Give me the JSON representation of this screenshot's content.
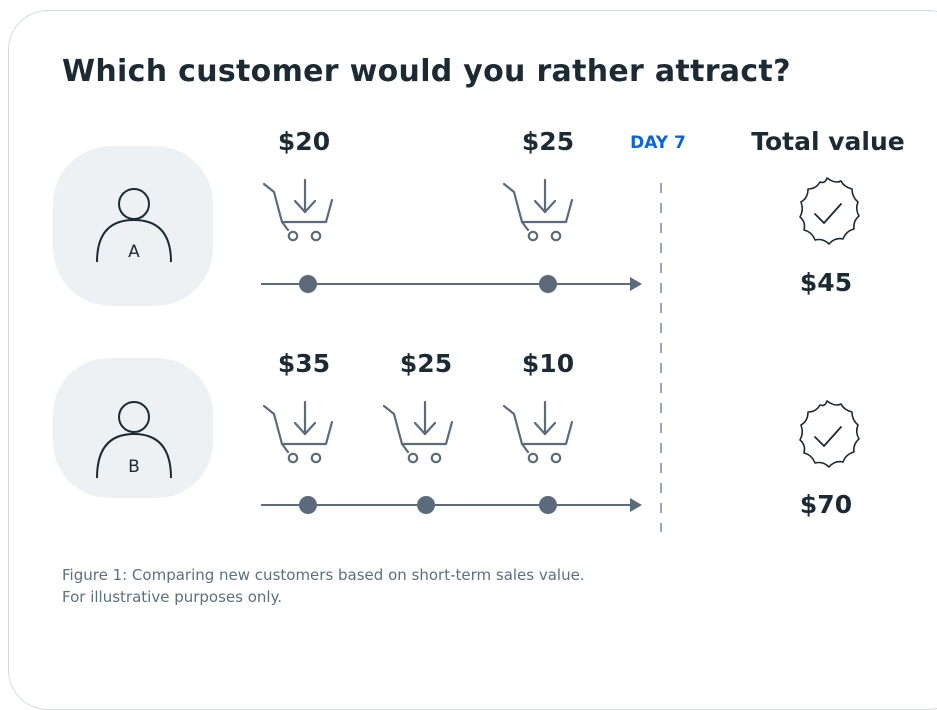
{
  "title": "Which customer would you rather attract?",
  "day_marker": "DAY 7",
  "total_header": "Total value",
  "customers": [
    {
      "letter": "A",
      "purchases": [
        "$20",
        "$25"
      ],
      "total": "$45"
    },
    {
      "letter": "B",
      "purchases": [
        "$35",
        "$25",
        "$10"
      ],
      "total": "$70"
    }
  ],
  "caption": {
    "line1": "Figure 1: Comparing new customers based on short-term sales value.",
    "line2": "For illustrative purposes only."
  },
  "icons": {
    "avatar": "user-icon",
    "purchase": "shopping-cart-icon",
    "total": "verified-check-badge-icon"
  },
  "colors": {
    "text": "#1c2b33",
    "accent_day": "#0a66d8",
    "avatar_bg": "#eef1f4",
    "line": "#5b6b7b",
    "caption": "#5c7080",
    "card_border": "#d3dadf"
  }
}
